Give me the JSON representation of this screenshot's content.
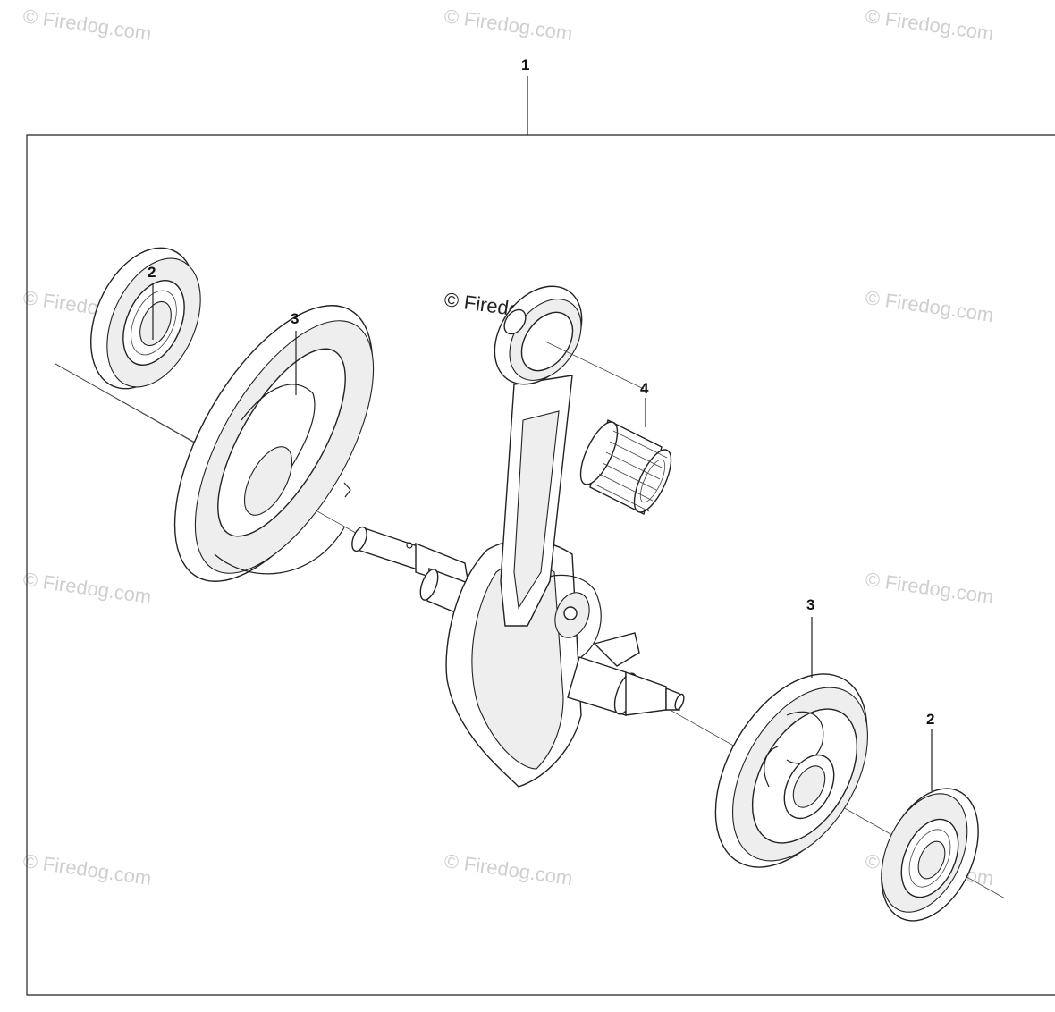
{
  "watermark": {
    "text": "© Firedog.com",
    "main_text": "© Firedog.com"
  },
  "callouts": {
    "assembly": "1",
    "bearing_left": "2",
    "seal_left": "3",
    "needle_bearing": "4",
    "seal_right": "3",
    "bearing_right": "2"
  }
}
